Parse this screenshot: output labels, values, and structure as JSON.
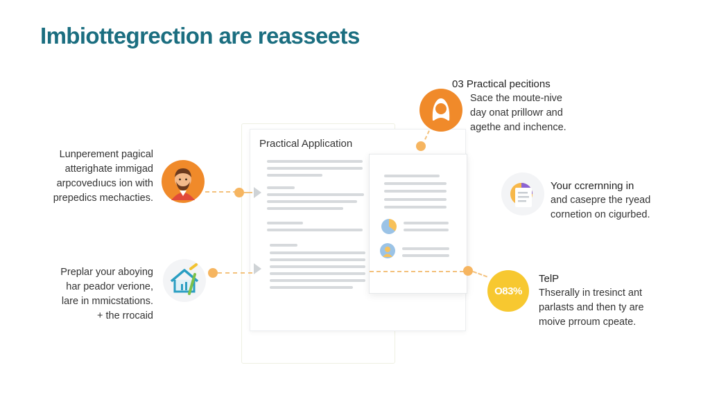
{
  "title": "Imbiottegrection are reasseets",
  "document": {
    "title": "Practical Application"
  },
  "left_blocks": [
    {
      "lines": [
        "Lunperement pagical",
        "atterighate immigad",
        "arpcovedıucs ion with",
        "prepedics mechacties."
      ],
      "icon": "man-avatar-icon"
    },
    {
      "lines": [
        "Preplar your aboying",
        "har peador verione,",
        "lare in mmicstations.",
        "+ the rrocaid"
      ],
      "icon": "house-icon"
    }
  ],
  "right_blocks": [
    {
      "heading": "03  Practical pecitions",
      "lines": [
        "Sace the moute-nive",
        "day onat prillowr and",
        "agethe and inchence."
      ],
      "icon": "person-head-icon"
    },
    {
      "heading": "Your ccrernning in",
      "lines": [
        "and casepre the ryead",
        "cornetion on cigurbed."
      ],
      "icon": "document-pie-icon"
    },
    {
      "heading": "TelP",
      "lines": [
        "Thserally in tresinct ant",
        "parlasts and then ty are",
        "moive prroum cpeate."
      ],
      "icon": "percent-badge-icon",
      "badge_text": "O83%"
    }
  ],
  "colors": {
    "title": "#1b6e80",
    "orange": "#f08a2a",
    "yellow": "#f7c830",
    "dashes": "#f3c17c"
  }
}
